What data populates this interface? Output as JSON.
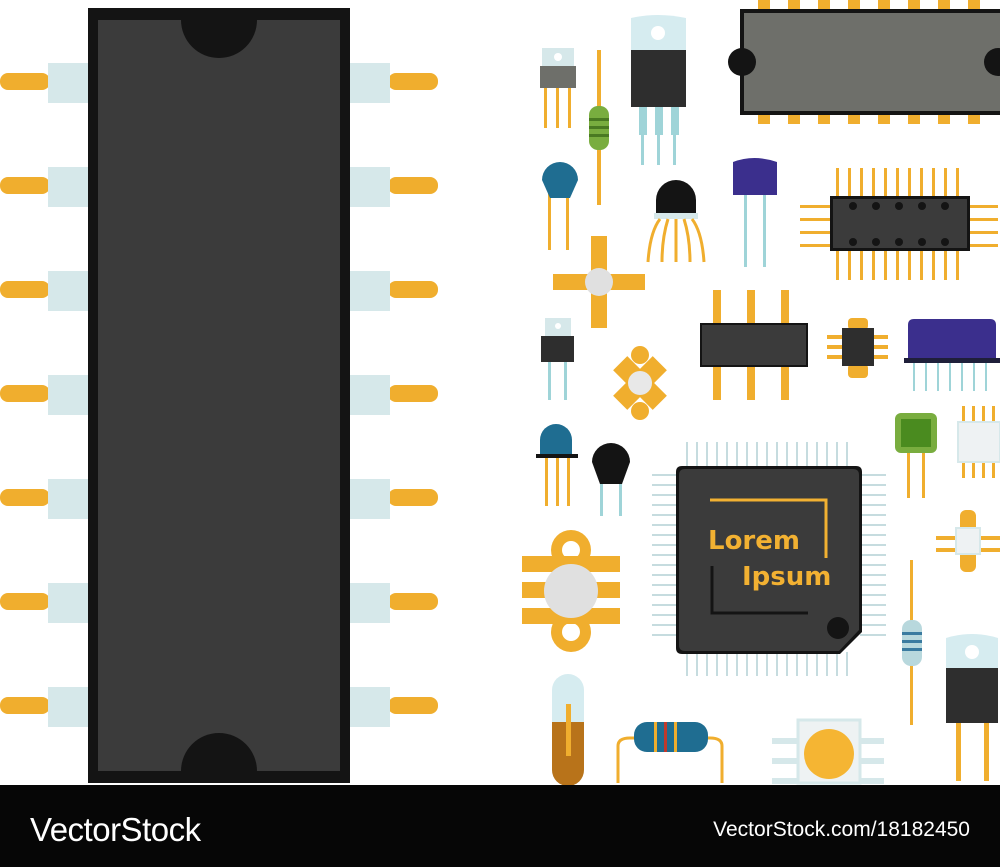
{
  "illustration": {
    "chip_text": {
      "line1": "Lorem",
      "line2": "Ipsum"
    },
    "components": [
      "dip-ic-large",
      "to220-transistor",
      "resistor",
      "ceramic-capacitor",
      "transistor",
      "dip-ic-wide",
      "smd-ic",
      "led",
      "qfp-microchip",
      "smd-led",
      "crystal-oscillator",
      "heatsink-transistor",
      "diode"
    ]
  },
  "footer": {
    "brand": "VectorStock",
    "credit": "VectorStock.com/18182450"
  },
  "colors": {
    "chip_body": "#3b3b3b",
    "chip_border": "#141414",
    "pin_gold": "#f0ae2e",
    "lead_light": "#d6e8ea",
    "logo": "#f2b132",
    "footer_bg": "#060606"
  }
}
